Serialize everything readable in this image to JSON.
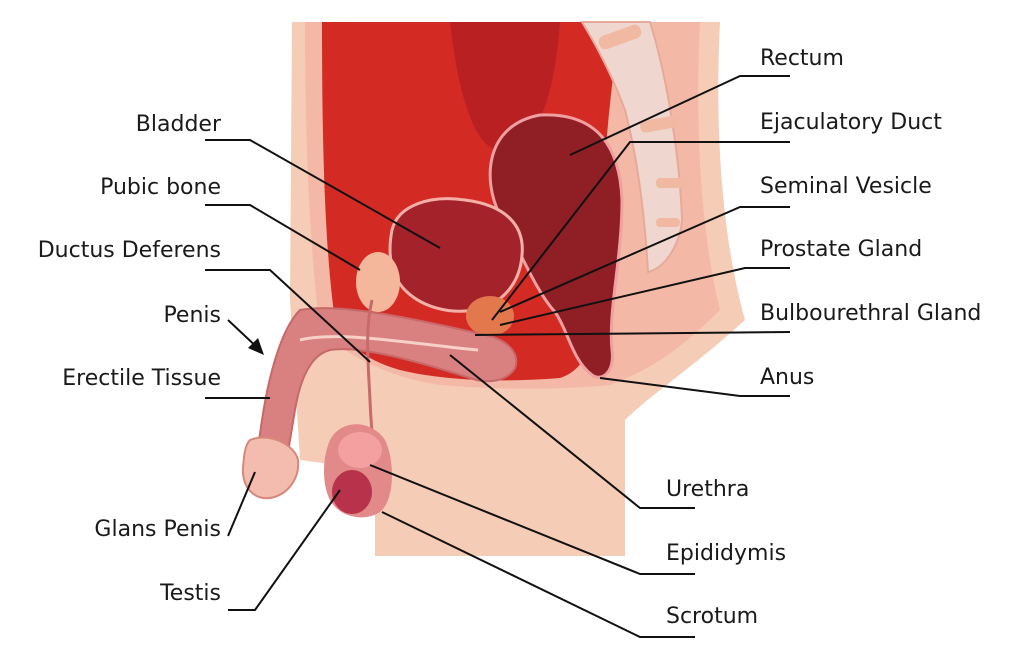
{
  "labels": {
    "bladder": "Bladder",
    "pubic_bone": "Pubic bone",
    "ductus_deferens": "Ductus Deferens",
    "penis": "Penis",
    "erectile_tissue": "Erectile Tissue",
    "glans_penis": "Glans Penis",
    "testis": "Testis",
    "rectum": "Rectum",
    "ejaculatory_duct": "Ejaculatory Duct",
    "seminal_vesicle": "Seminal Vesicle",
    "prostate_gland": "Prostate Gland",
    "bulbourethral_gland": "Bulbourethral Gland",
    "anus": "Anus",
    "urethra": "Urethra",
    "epididymis": "Epididymis",
    "scrotum": "Scrotum"
  },
  "colors": {
    "skin": "#f5cdb6",
    "body_outline": "#f3b9a6",
    "pelvic_cavity": "#d42a24",
    "bladder": "#a4222a",
    "rectum": "#8f1e25",
    "penis": "#d98080",
    "bone": "#efd7cf",
    "leader_line": "#111111"
  }
}
